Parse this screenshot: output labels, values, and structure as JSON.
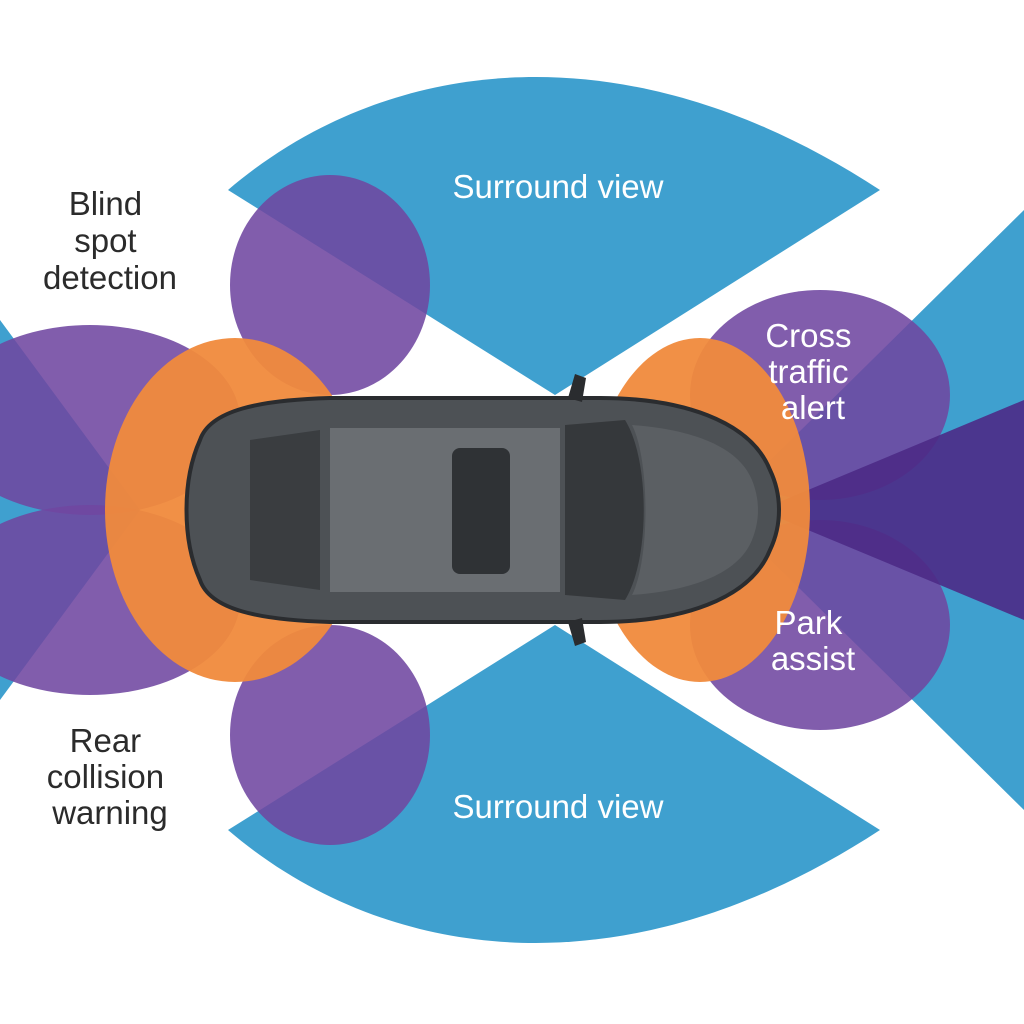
{
  "diagram": {
    "labels": {
      "surround_view_top": "Surround view",
      "surround_view_bottom": "Surround view",
      "blind_spot": [
        "Blind",
        "spot",
        "detection"
      ],
      "rear_collision": [
        "Rear",
        "collision",
        "warning"
      ],
      "cross_traffic": [
        "Cross",
        "traffic",
        "alert"
      ],
      "park_assist": [
        "Park",
        "assist"
      ]
    },
    "colors": {
      "surround_view": "#3fa0cf",
      "blind_spot_lobe": "#7a4ea6",
      "near_field": "#f08a3c",
      "long_range": "#5a2f8f",
      "car_body": "#4d5155",
      "background": "#ffffff"
    },
    "icons": [
      "car-top-view-icon"
    ]
  }
}
